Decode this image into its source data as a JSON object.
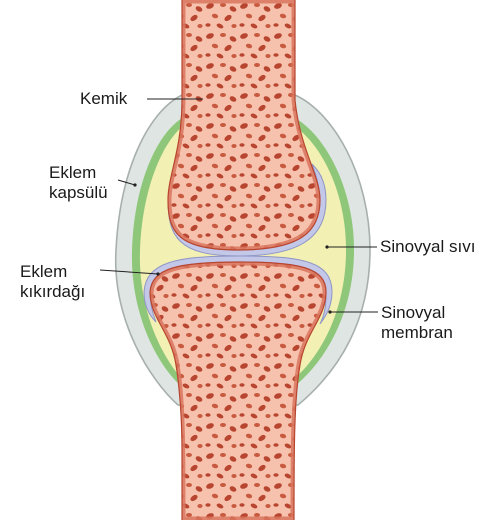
{
  "labels": {
    "kemik": "Kemik",
    "eklem_kapsulu": [
      "Eklem",
      "kapsülü"
    ],
    "eklem_kikirdagi": [
      "Eklem",
      "kıkırdağı"
    ],
    "sinovyal_sivi": "Sinovyal sıvı",
    "sinovyal_membran": [
      "Sinovyal",
      "membran"
    ]
  },
  "colors": {
    "bone_fill": "#f6c2ae",
    "bone_outline": "#d9755e",
    "bone_pore": "#b8452f",
    "cartilage": "#c3c7e8",
    "synovial_fluid": "#f3f0b3",
    "synovial_membrane": "#8ec77a",
    "capsule": "#dfe5e2",
    "capsule_outline": "#a8b0ad",
    "leader_line": "#222222"
  }
}
